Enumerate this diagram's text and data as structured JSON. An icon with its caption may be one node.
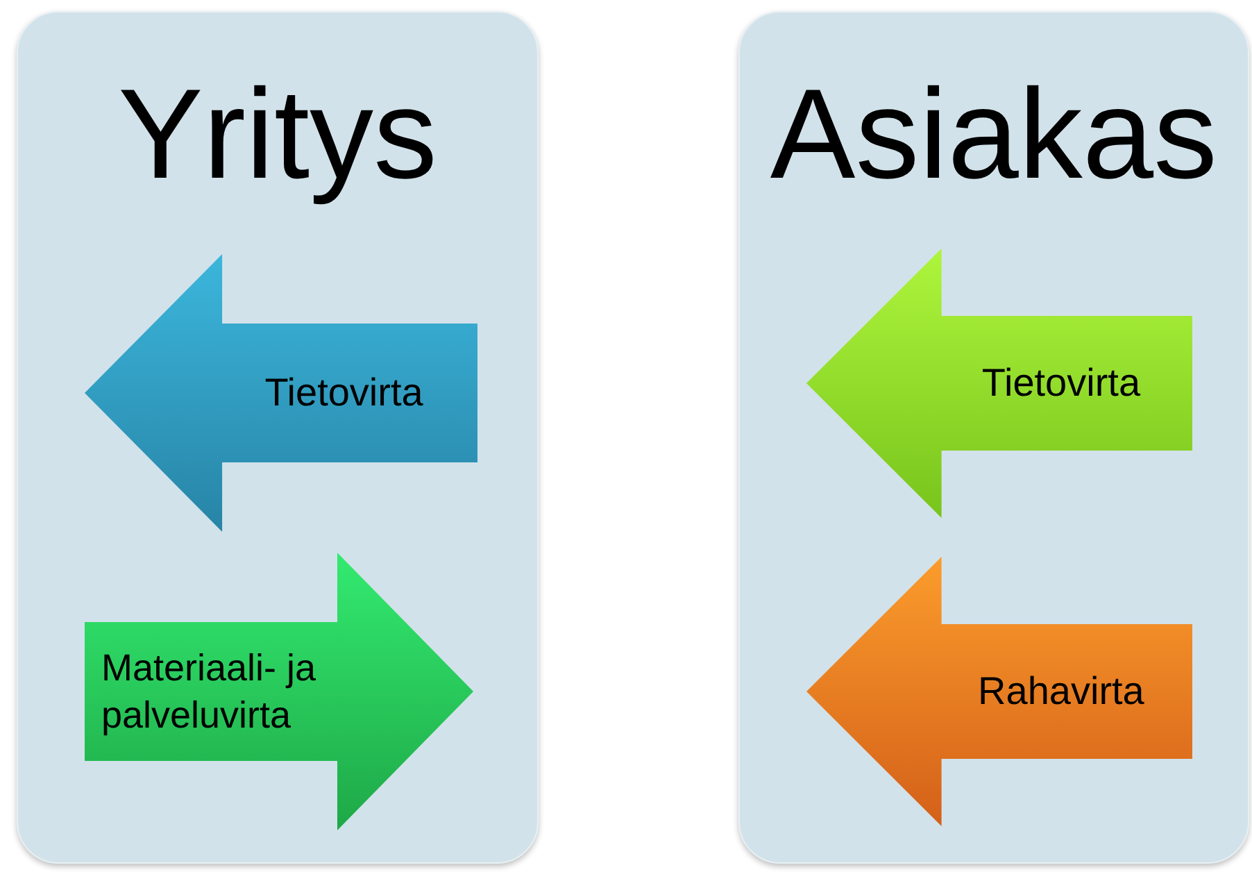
{
  "diagram": {
    "nodes": [
      {
        "text": [
          "Yritys"
        ]
      },
      {
        "text": [
          "Tietovirta"
        ],
        "in": 0
      },
      {
        "text": [
          "Materiaali- ja palveluvirta"
        ],
        "in": 0
      },
      {
        "text": [
          "Asiakas"
        ]
      },
      {
        "text": [
          "Tietovirta"
        ],
        "in": 3
      },
      {
        "text": [
          "Rahavirta"
        ],
        "in": 3
      }
    ]
  }
}
